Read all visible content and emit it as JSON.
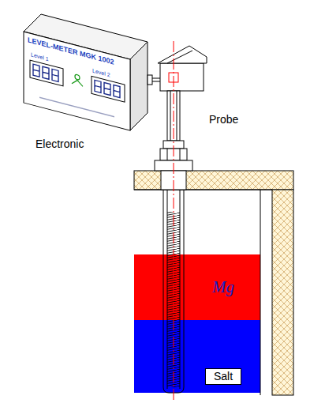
{
  "diagram": {
    "nodes": [
      {
        "text": [
          "LEVEL-METER MGK 1002",
          "Level 1",
          "Level 2"
        ]
      },
      {
        "text": [
          "Mg"
        ]
      },
      {
        "text": [
          "Salt"
        ]
      }
    ],
    "labels": [
      "Electronic",
      "Probe"
    ]
  }
}
